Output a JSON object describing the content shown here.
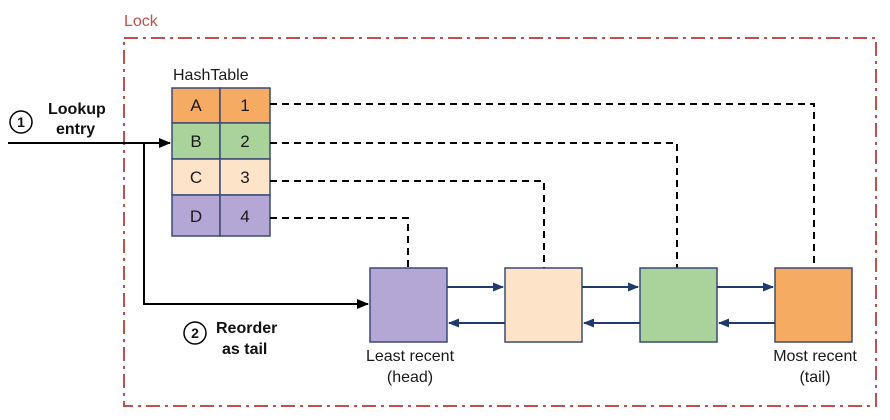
{
  "lock": {
    "label": "Lock",
    "color": "#c0504d"
  },
  "hashtable": {
    "title": "HashTable",
    "rows": [
      {
        "key": "A",
        "value": "1",
        "color": "#f6ab62"
      },
      {
        "key": "B",
        "value": "2",
        "color": "#a9d39a"
      },
      {
        "key": "C",
        "value": "3",
        "color": "#fde3c8"
      },
      {
        "key": "D",
        "value": "4",
        "color": "#b4a7d6"
      }
    ]
  },
  "steps": [
    {
      "number": "1",
      "line1": "Lookup",
      "line2": "entry"
    },
    {
      "number": "2",
      "line1": "Reorder",
      "line2": "as tail"
    }
  ],
  "list_nodes": [
    {
      "color": "#b4a7d6",
      "caption1": "Least recent",
      "caption2": "(head)"
    },
    {
      "color": "#fde3c8",
      "caption1": "",
      "caption2": ""
    },
    {
      "color": "#a9d39a",
      "caption1": "",
      "caption2": ""
    },
    {
      "color": "#f6ab62",
      "caption1": "Most recent",
      "caption2": "(tail)"
    }
  ],
  "colors": {
    "border": "#3b4a77",
    "arrow": "#1f3a6e",
    "line": "#000000"
  }
}
